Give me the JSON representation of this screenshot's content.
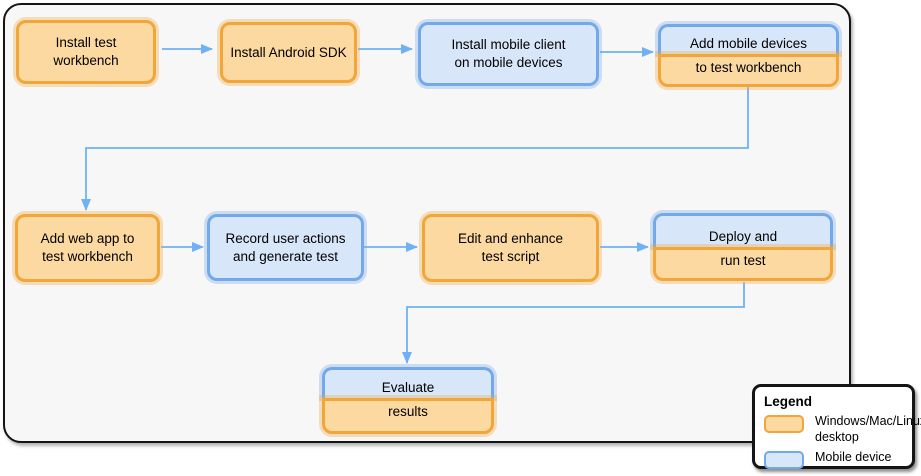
{
  "nodes": {
    "install_test_workbench": {
      "line1": "Install test",
      "line2": "workbench",
      "type": "desktop"
    },
    "install_android_sdk": {
      "line1": "Install Android SDK",
      "type": "desktop"
    },
    "install_mobile_client": {
      "line1": "Install mobile client",
      "line2": "on mobile devices",
      "type": "mobile"
    },
    "add_mobile_devices": {
      "top": "Add mobile devices",
      "bottom": "to test workbench",
      "top_type": "mobile",
      "bottom_type": "desktop"
    },
    "add_web_app": {
      "line1": "Add web app to",
      "line2": "test workbench",
      "type": "desktop"
    },
    "record_user_actions": {
      "line1": "Record user actions",
      "line2": "and generate test",
      "type": "mobile"
    },
    "edit_and_enhance": {
      "line1": "Edit and enhance",
      "line2": "test script",
      "type": "desktop"
    },
    "deploy_and_run": {
      "top": "Deploy and",
      "bottom": "run test",
      "top_type": "mobile",
      "bottom_type": "desktop"
    },
    "evaluate_results": {
      "top": "Evaluate",
      "bottom": "results",
      "top_type": "mobile",
      "bottom_type": "desktop"
    }
  },
  "legend": {
    "title": "Legend",
    "items": [
      {
        "label": "Windows/Mac/Linux desktop",
        "swatch": "desktop"
      },
      {
        "label": "Mobile device",
        "swatch": "mobile"
      }
    ]
  },
  "colors": {
    "desktop_fill": "#fbd9a0",
    "desktop_border": "#f2a538",
    "desktop_halo": "rgba(242,165,56,0.32)",
    "mobile_fill": "#d8e6f9",
    "mobile_border": "#74a9e9",
    "mobile_halo": "rgba(116,169,233,0.32)",
    "arrow": "#6fb1f2",
    "canvas_fill": "#f7f7f7"
  }
}
